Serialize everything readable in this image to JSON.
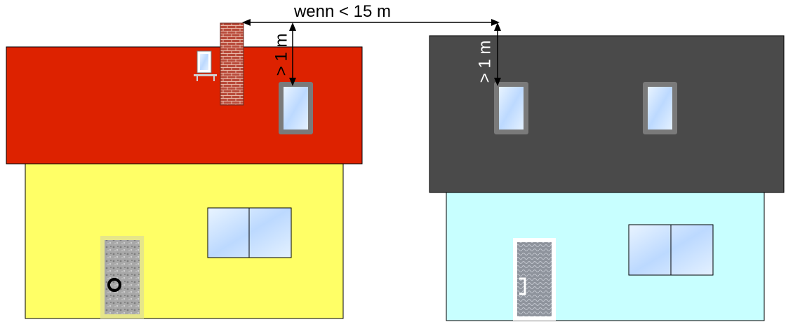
{
  "labels": {
    "distance": "wenn < 15 m",
    "height_left": "> 1 m",
    "height_right": "> 1 m"
  },
  "colors": {
    "left_roof": "#dd2200",
    "left_wall": "#ffff66",
    "right_roof": "#4a4a4a",
    "right_wall": "#c8ffff",
    "chimney": "#b84a3a",
    "window_frame": "#7a7a7a",
    "glass": "#cfe6ff",
    "door": "#a9a9a9",
    "door_frame_left": "#e6e68a",
    "door_frame_right": "#ffffff"
  },
  "icons": {
    "left_door_knob": "ring-knob-icon",
    "right_door_handle": "handle-icon",
    "roof_ladder": "roof-exit-icon"
  }
}
